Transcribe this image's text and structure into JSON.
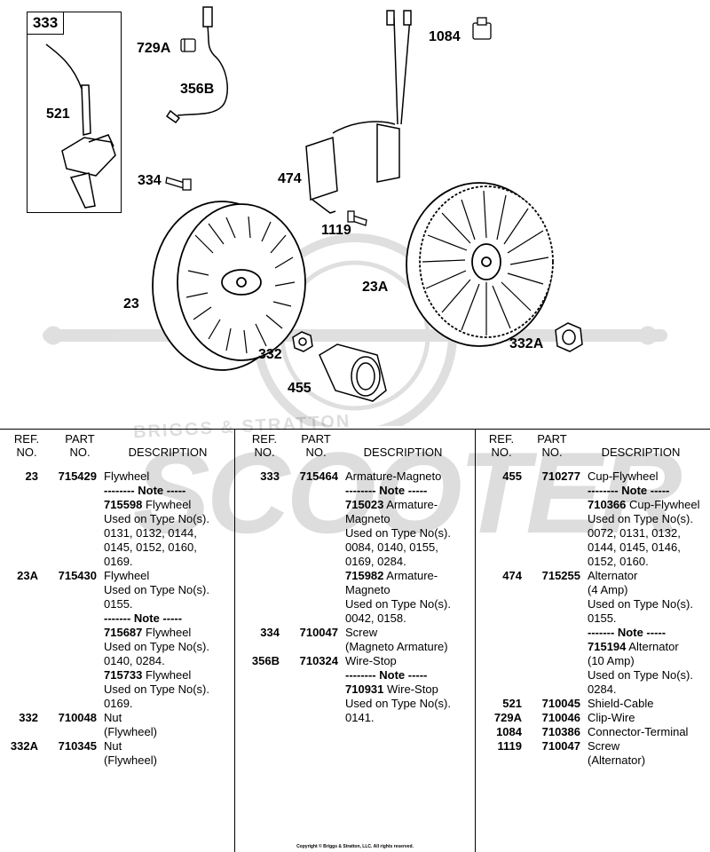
{
  "diagram": {
    "box_label": "333",
    "callouts": [
      {
        "id": "c729a",
        "text": "729A"
      },
      {
        "id": "c356b",
        "text": "356B"
      },
      {
        "id": "c1084",
        "text": "1084"
      },
      {
        "id": "c521",
        "text": "521"
      },
      {
        "id": "c334",
        "text": "334"
      },
      {
        "id": "c474",
        "text": "474"
      },
      {
        "id": "c1119",
        "text": "1119"
      },
      {
        "id": "c23",
        "text": "23"
      },
      {
        "id": "c23a",
        "text": "23A"
      },
      {
        "id": "c332",
        "text": "332"
      },
      {
        "id": "c332a",
        "text": "332A"
      },
      {
        "id": "c455",
        "text": "455"
      }
    ]
  },
  "table": {
    "headers": {
      "ref": "REF.",
      "ref2": "NO.",
      "part": "PART",
      "part2": "NO.",
      "desc": "DESCRIPTION"
    },
    "columns": [
      [
        {
          "ref": "23",
          "part": "715429",
          "lines": [
            [
              "t",
              "Flywheel"
            ],
            [
              "n",
              "-------- Note -----"
            ],
            [
              "p",
              "715598",
              "Flywheel"
            ],
            [
              "t",
              "Used on Type No(s)."
            ],
            [
              "t",
              "0131, 0132, 0144,"
            ],
            [
              "t",
              "0145, 0152, 0160,"
            ],
            [
              "t",
              "0169."
            ]
          ]
        },
        {
          "ref": "23A",
          "part": "715430",
          "lines": [
            [
              "t",
              "Flywheel"
            ],
            [
              "t",
              "Used on Type No(s)."
            ],
            [
              "t",
              "0155."
            ],
            [
              "n",
              "------- Note -----"
            ],
            [
              "p",
              "715687",
              "Flywheel"
            ],
            [
              "t",
              "Used on Type No(s)."
            ],
            [
              "t",
              "0140, 0284."
            ],
            [
              "p",
              "715733",
              "Flywheel"
            ],
            [
              "t",
              "Used on Type No(s)."
            ],
            [
              "t",
              "0169."
            ]
          ]
        },
        {
          "ref": "332",
          "part": "710048",
          "lines": [
            [
              "t",
              "Nut"
            ],
            [
              "t",
              "(Flywheel)"
            ]
          ]
        },
        {
          "ref": "332A",
          "part": "710345",
          "lines": [
            [
              "t",
              "Nut"
            ],
            [
              "t",
              "(Flywheel)"
            ]
          ]
        }
      ],
      [
        {
          "ref": "333",
          "part": "715464",
          "lines": [
            [
              "t",
              "Armature-Magneto"
            ],
            [
              "n",
              "-------- Note -----"
            ],
            [
              "p",
              "715023",
              "Armature-"
            ],
            [
              "t",
              "Magneto"
            ],
            [
              "t",
              "Used on Type No(s)."
            ],
            [
              "t",
              "0084, 0140, 0155,"
            ],
            [
              "t",
              "0169, 0284."
            ],
            [
              "p",
              "715982",
              "Armature-"
            ],
            [
              "t",
              "Magneto"
            ],
            [
              "t",
              "Used on Type No(s)."
            ],
            [
              "t",
              "0042, 0158."
            ]
          ]
        },
        {
          "ref": "334",
          "part": "710047",
          "lines": [
            [
              "t",
              "Screw"
            ],
            [
              "t",
              "(Magneto Armature)"
            ]
          ]
        },
        {
          "ref": "356B",
          "part": "710324",
          "lines": [
            [
              "t",
              "Wire-Stop"
            ],
            [
              "n",
              "-------- Note -----"
            ],
            [
              "p",
              "710931",
              "Wire-Stop"
            ],
            [
              "t",
              "Used on Type No(s)."
            ],
            [
              "t",
              "0141."
            ]
          ]
        }
      ],
      [
        {
          "ref": "455",
          "part": "710277",
          "lines": [
            [
              "t",
              "Cup-Flywheel"
            ],
            [
              "n",
              "-------- Note -----"
            ],
            [
              "p",
              "710366",
              "Cup-Flywheel"
            ],
            [
              "t",
              "Used on Type No(s)."
            ],
            [
              "t",
              "0072, 0131, 0132,"
            ],
            [
              "t",
              "0144, 0145, 0146,"
            ],
            [
              "t",
              "0152, 0160."
            ]
          ]
        },
        {
          "ref": "474",
          "part": "715255",
          "lines": [
            [
              "t",
              "Alternator"
            ],
            [
              "t",
              "(4 Amp)"
            ],
            [
              "t",
              "Used on Type No(s)."
            ],
            [
              "t",
              "0155."
            ],
            [
              "n",
              "------- Note -----"
            ],
            [
              "p",
              "715194",
              "Alternator"
            ],
            [
              "t",
              "(10 Amp)"
            ],
            [
              "t",
              "Used on Type No(s)."
            ],
            [
              "t",
              "0284."
            ]
          ]
        },
        {
          "ref": "521",
          "part": "710045",
          "lines": [
            [
              "t",
              "Shield-Cable"
            ]
          ]
        },
        {
          "ref": "729A",
          "part": "710046",
          "lines": [
            [
              "t",
              "Clip-Wire"
            ]
          ]
        },
        {
          "ref": "1084",
          "part": "710386",
          "lines": [
            [
              "t",
              "Connector-Terminal"
            ]
          ]
        },
        {
          "ref": "1119",
          "part": "710047",
          "lines": [
            [
              "t",
              "Screw"
            ],
            [
              "t",
              "(Alternator)"
            ]
          ]
        }
      ]
    ]
  },
  "copyright": "Copyright © Briggs & Stratton, LLC. All rights reserved.",
  "watermark": {
    "text": "SCOOTER",
    "ring_text": "BRIGGS & STRATTON"
  }
}
